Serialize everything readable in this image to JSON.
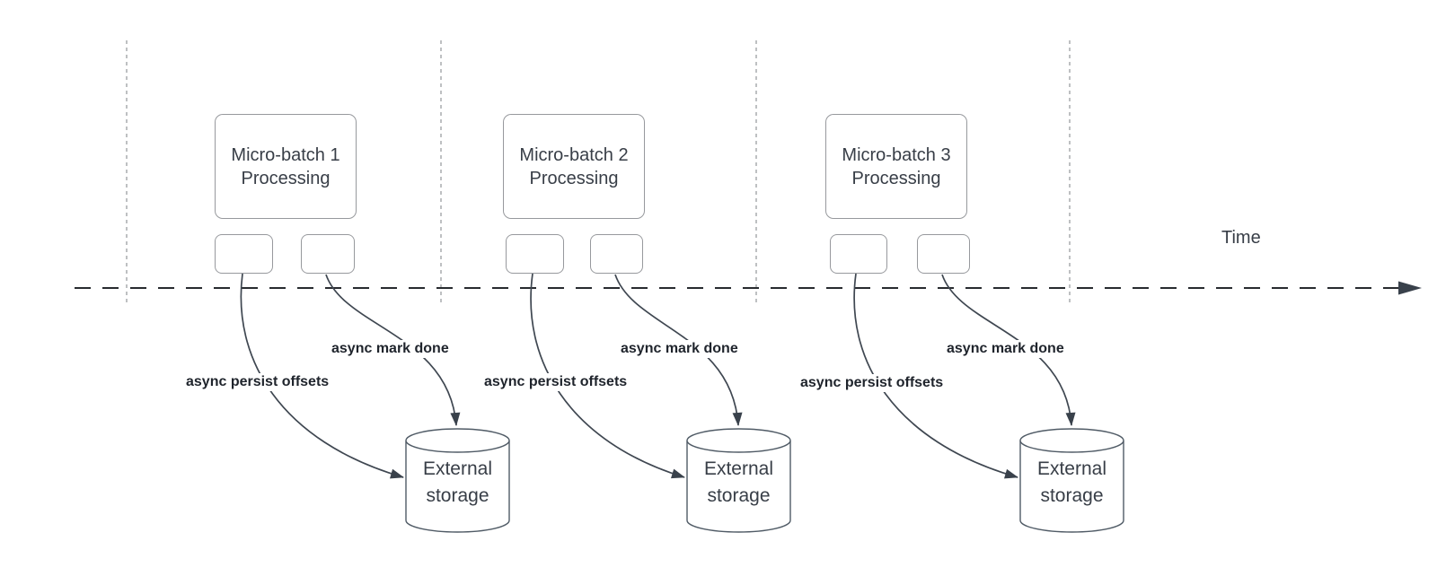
{
  "colors": {
    "box_border": "#97999d",
    "shape_stroke": "#505b66",
    "arrow_stroke": "#3f4751",
    "arrow_fill": "#39414b",
    "axis_stroke": "#282b2f",
    "gridline_stroke": "#a3a5a8",
    "text_primary": "#383e47",
    "label_text": "#1f242c",
    "background": "#ffffff"
  },
  "diagram": {
    "time_label": "Time",
    "batches": [
      {
        "title_line1": "Micro-batch 1",
        "title_line2": "Processing",
        "persist_label": "async persist offsets",
        "done_label": "async mark done",
        "storage_label": "External storage"
      },
      {
        "title_line1": "Micro-batch 2",
        "title_line2": "Processing",
        "persist_label": "async persist offsets",
        "done_label": "async mark done",
        "storage_label": "External storage"
      },
      {
        "title_line1": "Micro-batch 3",
        "title_line2": "Processing",
        "persist_label": "async persist offsets",
        "done_label": "async mark done",
        "storage_label": "External storage"
      }
    ]
  }
}
